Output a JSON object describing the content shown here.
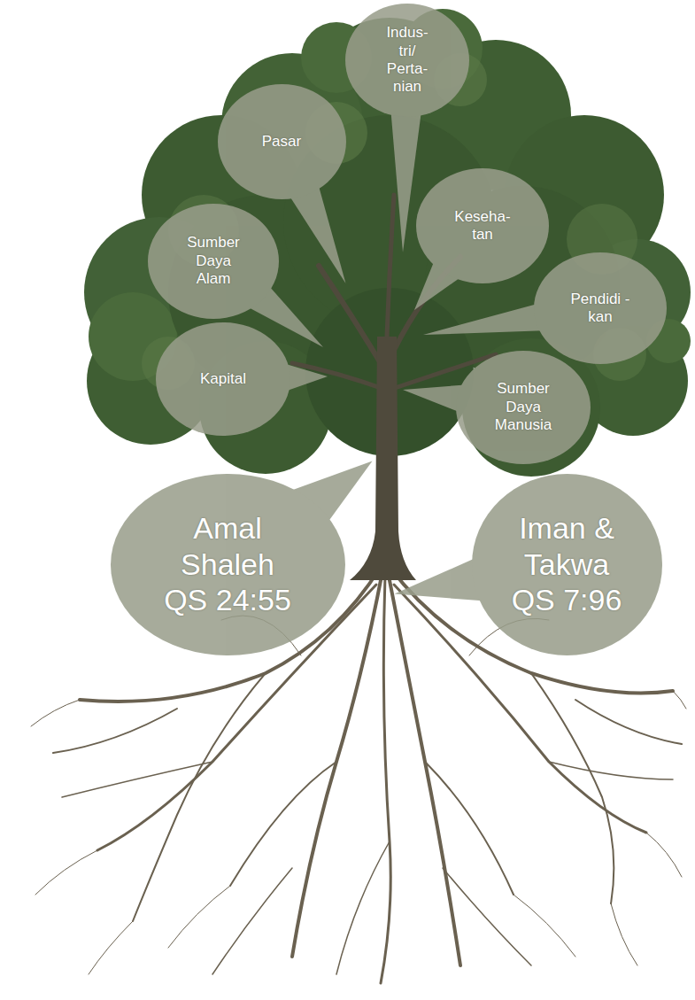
{
  "diagram": {
    "nodes": [
      {
        "text": [
          "Indus- tri/ Perta- nian"
        ]
      },
      {
        "text": [
          "Pasar"
        ]
      },
      {
        "text": [
          "Keseha- tan"
        ]
      },
      {
        "text": [
          "Sumber Daya Alam"
        ]
      },
      {
        "text": [
          "Pendidi -kan"
        ]
      },
      {
        "text": [
          "Kapital"
        ]
      },
      {
        "text": [
          "Sumber Daya Manusia"
        ]
      },
      {
        "text": [
          "Amal Shaleh QS 24:55"
        ]
      },
      {
        "text": [
          "Iman & Takwa QS 7:96"
        ]
      }
    ]
  }
}
